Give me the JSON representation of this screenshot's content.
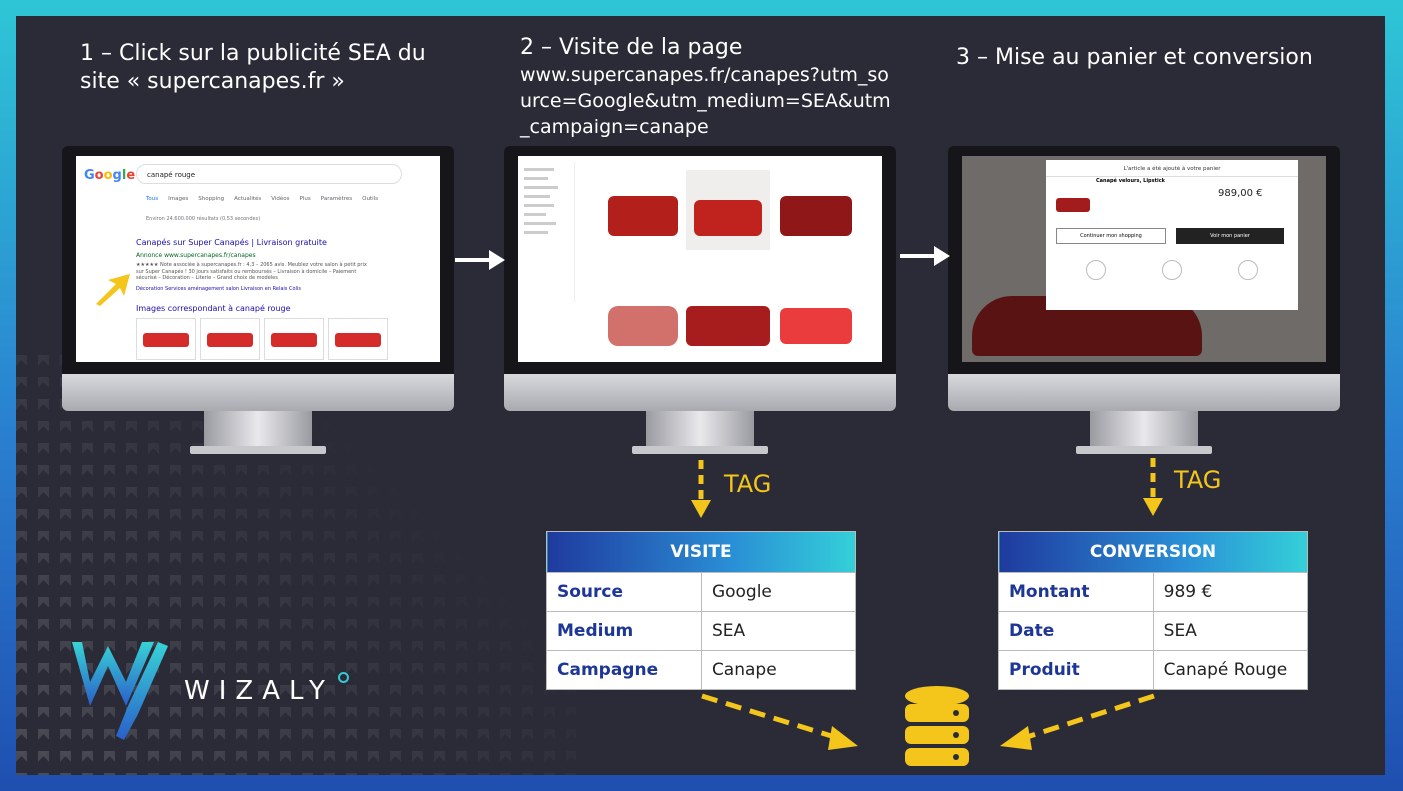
{
  "steps": {
    "s1": "1 – Click sur la publicité SEA du site « supercanapes.fr »",
    "s2_title": "2 – Visite de la page",
    "s2_url": "www.supercanapes.fr/canapes?utm_source=Google&utm_medium=SEA&utm_campaign=canape",
    "s3": "3 – Mise au panier et conversion"
  },
  "google": {
    "query": "canapé rouge",
    "tabs": [
      "Tous",
      "Images",
      "Shopping",
      "Actualités",
      "Vidéos",
      "Plus",
      "Paramètres",
      "Outils"
    ],
    "results_count": "Environ 24.600.000 résultats (0,53 secondes)",
    "ad_title": "Canapés sur Super Canapés | Livraison gratuite",
    "ad_url": "Annonce www.supercanapes.fr/canapes",
    "ad_desc": "★★★★★ Note associée à supercanapes.fr : 4,3 – 2065 avis. Meublez votre salon à petit prix sur Super Canapés ! 30 jours satisfaits ou remboursés – Livraison à domicile – Paiement sécurisé – Décoration – Literie – Grand choix de modèles",
    "ad_links": "Décoration   Services aménagement salon   Livraison en Relais Colis",
    "images_title": "Images correspondant à canapé rouge"
  },
  "cart": {
    "header": "L'article a été ajouté à votre panier",
    "product": "Canapé velours, Lipstick",
    "price": "989,00 €",
    "continue": "Continuer mon shopping",
    "view_cart": "Voir mon panier"
  },
  "tag_label": "TAG",
  "visite": {
    "title": "VISITE",
    "rows": [
      {
        "k": "Source",
        "v": "Google"
      },
      {
        "k": "Medium",
        "v": "SEA"
      },
      {
        "k": "Campagne",
        "v": "Canape"
      }
    ]
  },
  "conversion": {
    "title": "CONVERSION",
    "rows": [
      {
        "k": "Montant",
        "v": "989 €"
      },
      {
        "k": "Date",
        "v": "SEA"
      },
      {
        "k": "Produit",
        "v": "Canapé Rouge"
      }
    ]
  },
  "brand": "WIZALY",
  "colors": {
    "accent": "#f4c51b",
    "key_text": "#1e3797",
    "bg": "#2b2b38"
  }
}
